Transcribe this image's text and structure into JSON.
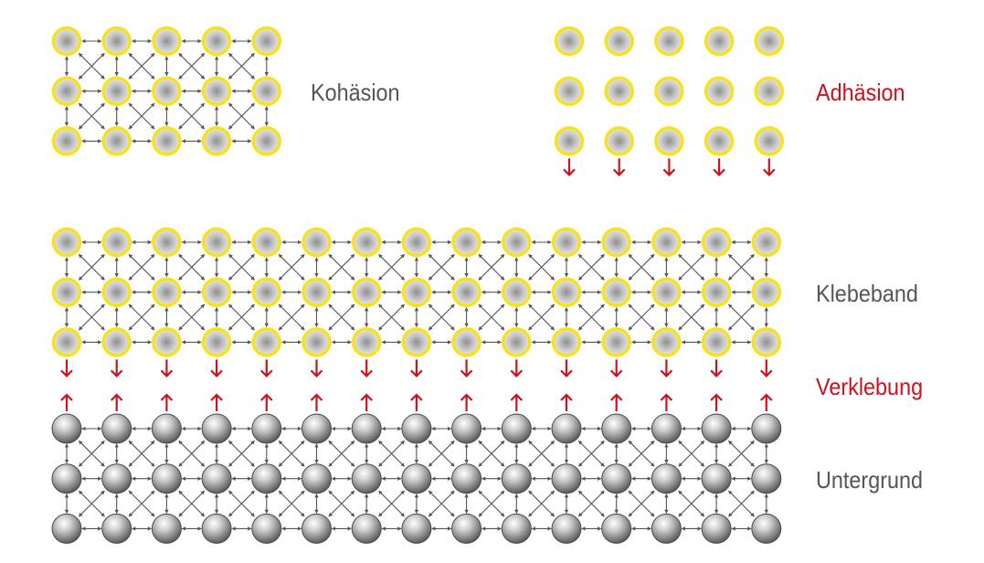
{
  "labels": {
    "cohesion": "Kohäsion",
    "adhesion": "Adhäsion",
    "tape": "Klebeband",
    "bond": "Verklebung",
    "substrate": "Untergrund"
  },
  "colors": {
    "tape_particle_fill": "#d2d2d2",
    "tape_particle_ring": "#f7e21c",
    "substrate_particle": "#7a7a7a",
    "arrow_red": "#d0101c",
    "connector": "#555555",
    "label_dark": "#555555"
  },
  "groups": {
    "cohesion_grid": {
      "rows": 3,
      "cols": 5,
      "particle": "tape",
      "connections": true,
      "force_arrows": "none"
    },
    "adhesion_grid": {
      "rows": 3,
      "cols": 5,
      "particle": "tape",
      "connections": false,
      "force_arrows": "down"
    },
    "tape_layer": {
      "rows": 3,
      "cols": 15,
      "particle": "tape",
      "connections": true,
      "force_arrows": "down"
    },
    "substrate_layer": {
      "rows": 3,
      "cols": 15,
      "particle": "substrate",
      "connections": true,
      "force_arrows": "up"
    }
  }
}
